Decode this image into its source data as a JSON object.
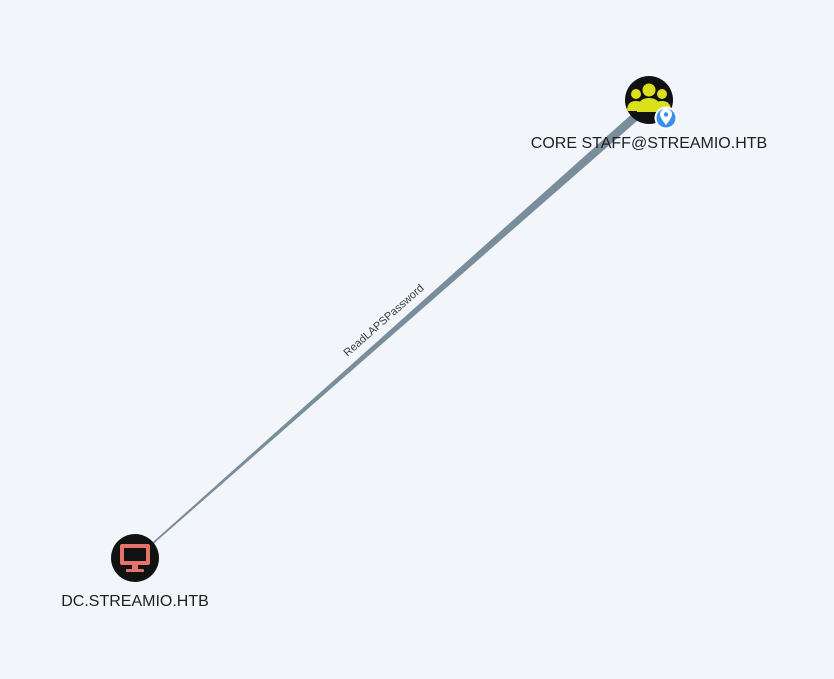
{
  "graph": {
    "background": "#f2f6fb",
    "nodes": [
      {
        "id": "group-node",
        "label": "CORE STAFF@STREAMIO.HTB",
        "kind": "group",
        "icon": "users-icon",
        "badge_icon": "location-pin-icon",
        "icon_color": "#dbe01c",
        "badge_color": "#3b8eea"
      },
      {
        "id": "computer-node",
        "label": "DC.STREAMIO.HTB",
        "kind": "computer",
        "icon": "monitor-icon",
        "icon_color": "#e5736b"
      }
    ],
    "edges": [
      {
        "label": "ReadLAPSPassword",
        "color": "#7a8d9b"
      }
    ]
  }
}
